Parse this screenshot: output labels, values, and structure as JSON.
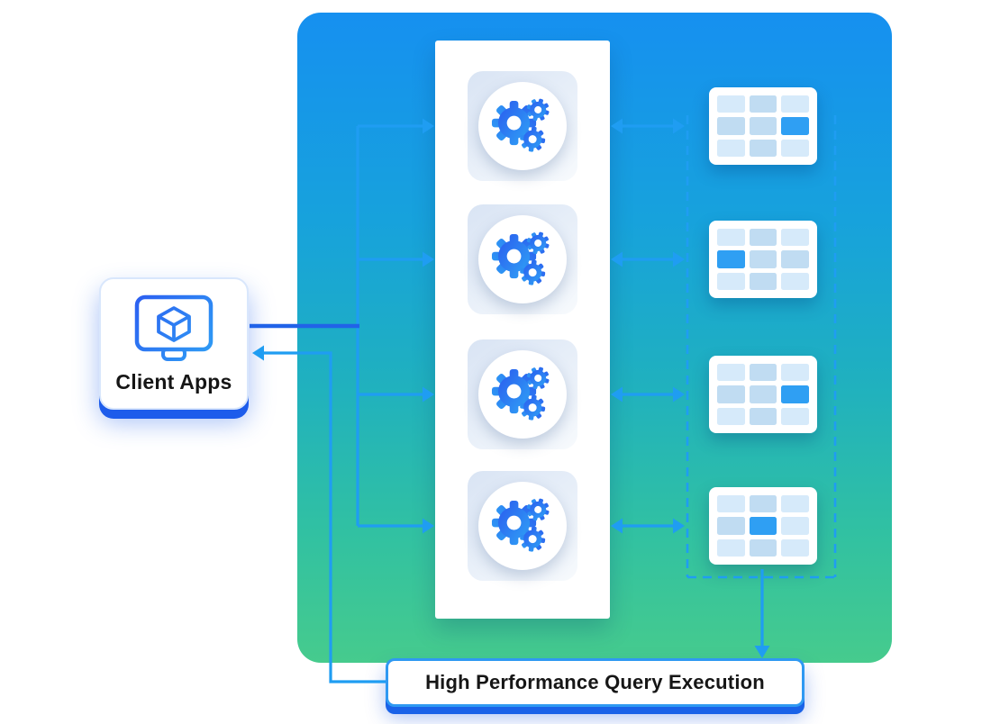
{
  "client_box": {
    "label": "Client Apps",
    "icon": "monitor-cube-icon"
  },
  "footer": {
    "label": "High Performance Query Execution"
  },
  "engine_column": {
    "tiles": [
      {
        "icon": "gears-icon"
      },
      {
        "icon": "gears-icon"
      },
      {
        "icon": "gears-icon"
      },
      {
        "icon": "gears-icon"
      }
    ]
  },
  "tables": [
    {
      "name": "data-table-1",
      "cells": [
        [
          0,
          1,
          0
        ],
        [
          1,
          1,
          2
        ],
        [
          0,
          1,
          0
        ]
      ]
    },
    {
      "name": "data-table-2",
      "cells": [
        [
          0,
          1,
          0
        ],
        [
          2,
          1,
          1
        ],
        [
          0,
          1,
          0
        ]
      ]
    },
    {
      "name": "data-table-3",
      "cells": [
        [
          0,
          1,
          0
        ],
        [
          1,
          1,
          2
        ],
        [
          0,
          1,
          0
        ]
      ]
    },
    {
      "name": "data-table-4",
      "cells": [
        [
          0,
          1,
          0
        ],
        [
          1,
          2,
          0
        ],
        [
          0,
          1,
          0
        ]
      ]
    }
  ],
  "cell_shades": {
    "0": "light",
    "1": "medium",
    "2": "highlight"
  },
  "colors": {
    "panel_gradient_top": "#1690f0",
    "panel_gradient_bottom": "#46cb8d",
    "arrow": "#1f9df2",
    "dark_connector": "#2163e8",
    "table_cell_light": "#d6eafa",
    "table_cell_medium": "#c0dcf2",
    "table_cell_highlight": "#2f9ff3",
    "box_shadow_blue": "#1d5ceb",
    "footer_border": "#2f99f2",
    "gear_gradient_start": "#2b58ee",
    "gear_gradient_end": "#2fa6f6"
  }
}
